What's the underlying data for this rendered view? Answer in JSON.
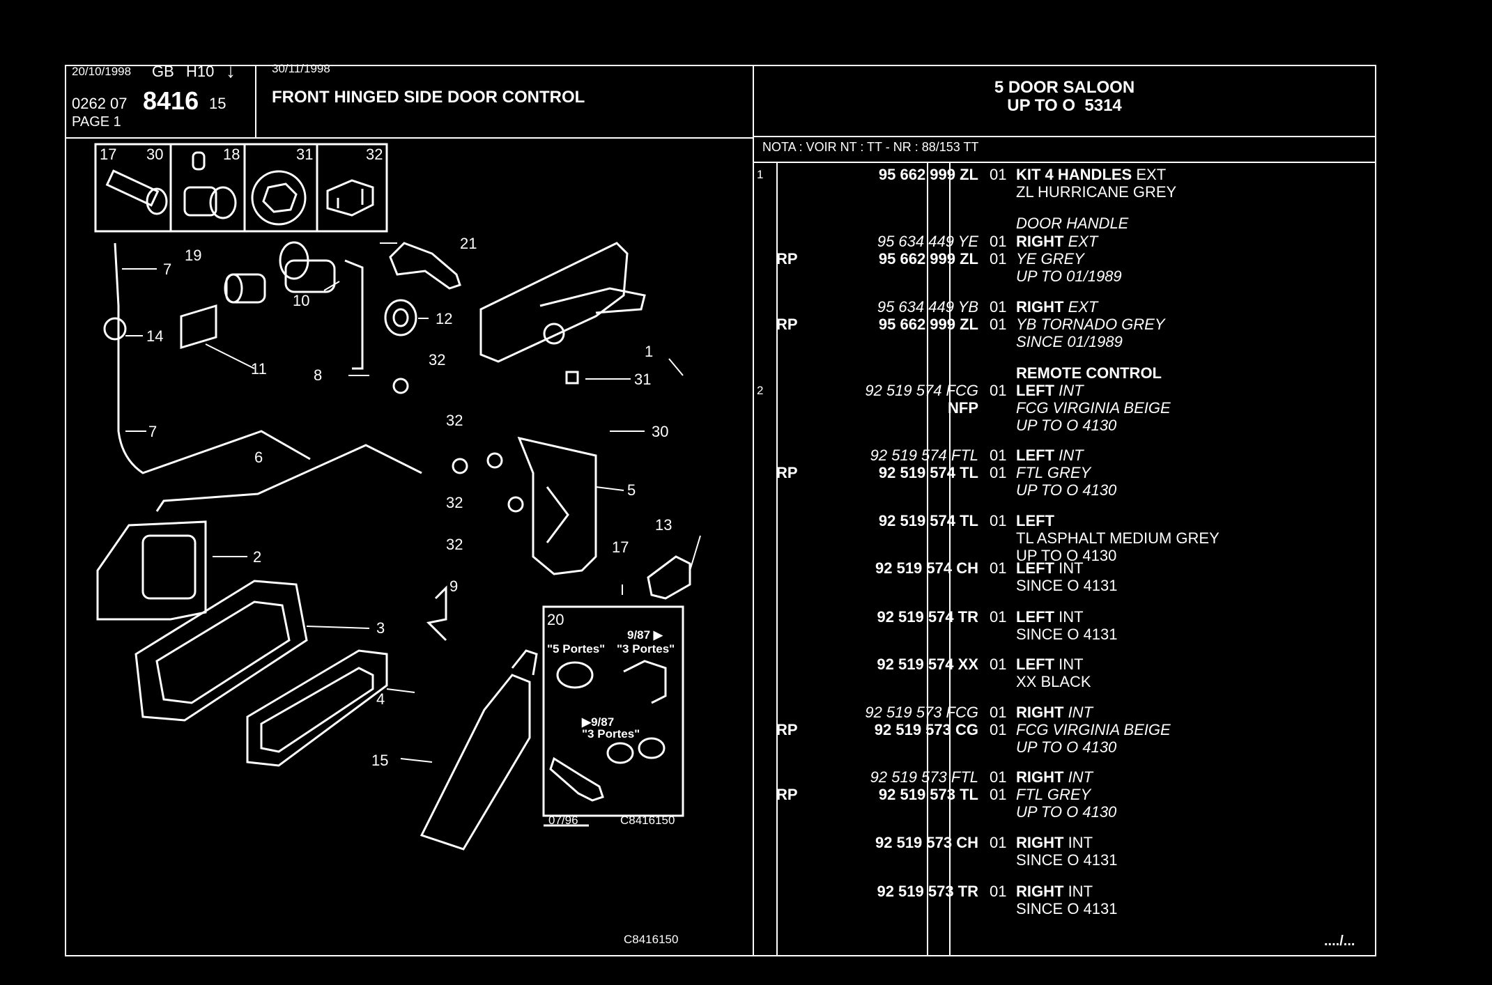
{
  "header": {
    "date": "20/10/1998",
    "lang": "GB",
    "model": "H10",
    "code_prefix": "0262 07",
    "code_main": "8416",
    "code_suffix": "15",
    "page": "PAGE 1",
    "date2": "30/11/1998",
    "title": "FRONT HINGED SIDE DOOR CONTROL",
    "vehicle": "5 DOOR SALOON",
    "range": "UP TO O  5314",
    "nota": "NOTA : VOIR NT : TT - NR : 88/153 TT"
  },
  "diagram": {
    "inset_numbers": [
      "17",
      "30",
      "18",
      "31",
      "32"
    ],
    "callouts": [
      "7",
      "19",
      "10",
      "21",
      "12",
      "14",
      "11",
      "8",
      "32",
      "1",
      "31",
      "7",
      "32",
      "30",
      "6",
      "5",
      "32",
      "32",
      "13",
      "2",
      "17",
      "9",
      "3",
      "4",
      "15"
    ],
    "box20": {
      "num": "20",
      "note_a": "9/87 ▶",
      "label_5": "\"5 Portes\"",
      "label_3": "\"3 Portes\"",
      "note_b": "▶9/87",
      "label_3b": "\"3 Portes\"",
      "date": "07/96",
      "ref": "C8416150"
    },
    "ref": "C8416150"
  },
  "parts": [
    {
      "item": "1",
      "rp": "",
      "part": "95 662 999 ZL",
      "part_style": "b",
      "qty": "01",
      "desc": [
        {
          "t": "KIT 4 HANDLES",
          "s": "b"
        },
        {
          "t": " EXT",
          "s": ""
        }
      ],
      "desc2": "ZL HURRICANE GREY",
      "desc2_style": ""
    },
    {
      "item": "",
      "rp": "",
      "part": "",
      "part_style": "",
      "qty": "",
      "desc": [
        {
          "t": "DOOR HANDLE",
          "s": "i"
        }
      ],
      "desc2": "",
      "desc2_style": ""
    },
    {
      "item": "",
      "rp": "",
      "part": "95 634 449 YE",
      "part_style": "i",
      "qty": "01",
      "desc": [
        {
          "t": "RIGHT",
          "s": "b"
        },
        {
          "t": " EXT",
          "s": "i"
        }
      ],
      "desc2": "",
      "desc2_style": ""
    },
    {
      "item": "",
      "rp": "RP",
      "part": "95 662 999 ZL",
      "part_style": "b",
      "qty": "01",
      "desc": [
        {
          "t": "YE GREY",
          "s": "i"
        }
      ],
      "desc2": "UP TO 01/1989",
      "desc2_style": "i"
    },
    {
      "item": "",
      "rp": "",
      "part": "95 634 449 YB",
      "part_style": "i",
      "qty": "01",
      "desc": [
        {
          "t": "RIGHT",
          "s": "b"
        },
        {
          "t": " EXT",
          "s": "i"
        }
      ],
      "desc2": "",
      "desc2_style": ""
    },
    {
      "item": "",
      "rp": "RP",
      "part": "95 662 999 ZL",
      "part_style": "b",
      "qty": "01",
      "desc": [
        {
          "t": "YB TORNADO GREY",
          "s": "i"
        }
      ],
      "desc2": "SINCE 01/1989",
      "desc2_style": "i"
    },
    {
      "item": "",
      "rp": "",
      "part": "",
      "part_style": "",
      "qty": "",
      "desc": [
        {
          "t": "REMOTE CONTROL",
          "s": "b"
        }
      ],
      "desc2": "",
      "desc2_style": ""
    },
    {
      "item": "2",
      "rp": "",
      "part": "92 519 574 FCG",
      "part_style": "i",
      "qty": "01",
      "desc": [
        {
          "t": "LEFT",
          "s": "b"
        },
        {
          "t": " INT",
          "s": "i"
        }
      ],
      "desc2": "",
      "desc2_style": ""
    },
    {
      "item": "",
      "rp": "",
      "part": "NFP",
      "part_style": "b",
      "qty": "",
      "desc": [
        {
          "t": "FCG VIRGINIA BEIGE",
          "s": "i"
        }
      ],
      "desc2": "UP TO O 4130",
      "desc2_style": "i"
    },
    {
      "item": "",
      "rp": "",
      "part": "92 519 574 FTL",
      "part_style": "i",
      "qty": "01",
      "desc": [
        {
          "t": "LEFT",
          "s": "b"
        },
        {
          "t": " INT",
          "s": "i"
        }
      ],
      "desc2": "",
      "desc2_style": ""
    },
    {
      "item": "",
      "rp": "RP",
      "part": "92 519 574 TL",
      "part_style": "b",
      "qty": "01",
      "desc": [
        {
          "t": "FTL GREY",
          "s": "i"
        }
      ],
      "desc2": "UP TO O 4130",
      "desc2_style": "i"
    },
    {
      "item": "",
      "rp": "",
      "part": "92 519 574 TL",
      "part_style": "b",
      "qty": "01",
      "desc": [
        {
          "t": "LEFT",
          "s": "b"
        }
      ],
      "desc2": "TL ASPHALT MEDIUM GREY",
      "desc3": "UP TO O 4130",
      "desc2_style": ""
    },
    {
      "item": "",
      "rp": "",
      "part": "92 519 574 CH",
      "part_style": "b",
      "qty": "01",
      "desc": [
        {
          "t": "LEFT",
          "s": "b"
        },
        {
          "t": " INT",
          "s": ""
        }
      ],
      "desc2": "SINCE O 4131",
      "desc2_style": ""
    },
    {
      "item": "",
      "rp": "",
      "part": "92 519 574 TR",
      "part_style": "b",
      "qty": "01",
      "desc": [
        {
          "t": "LEFT",
          "s": "b"
        },
        {
          "t": " INT",
          "s": ""
        }
      ],
      "desc2": "SINCE O 4131",
      "desc2_style": ""
    },
    {
      "item": "",
      "rp": "",
      "part": "92 519 574 XX",
      "part_style": "b",
      "qty": "01",
      "desc": [
        {
          "t": "LEFT",
          "s": "b"
        },
        {
          "t": " INT",
          "s": ""
        }
      ],
      "desc2": "XX BLACK",
      "desc2_style": ""
    },
    {
      "item": "",
      "rp": "",
      "part": "92 519 573 FCG",
      "part_style": "i",
      "qty": "01",
      "desc": [
        {
          "t": "RIGHT",
          "s": "b"
        },
        {
          "t": " INT",
          "s": "i"
        }
      ],
      "desc2": "",
      "desc2_style": ""
    },
    {
      "item": "",
      "rp": "RP",
      "part": "92 519 573 CG",
      "part_style": "b",
      "qty": "01",
      "desc": [
        {
          "t": "FCG VIRGINIA BEIGE",
          "s": "i"
        }
      ],
      "desc2": "UP TO O 4130",
      "desc2_style": "i"
    },
    {
      "item": "",
      "rp": "",
      "part": "92 519 573 FTL",
      "part_style": "i",
      "qty": "01",
      "desc": [
        {
          "t": "RIGHT",
          "s": "b"
        },
        {
          "t": " INT",
          "s": "i"
        }
      ],
      "desc2": "",
      "desc2_style": ""
    },
    {
      "item": "",
      "rp": "RP",
      "part": "92 519 573 TL",
      "part_style": "b",
      "qty": "01",
      "desc": [
        {
          "t": "FTL GREY",
          "s": "i"
        }
      ],
      "desc2": "UP TO O 4130",
      "desc2_style": "i"
    },
    {
      "item": "",
      "rp": "",
      "part": "92 519 573 CH",
      "part_style": "b",
      "qty": "01",
      "desc": [
        {
          "t": "RIGHT",
          "s": "b"
        },
        {
          "t": " INT",
          "s": ""
        }
      ],
      "desc2": "SINCE O 4131",
      "desc2_style": ""
    },
    {
      "item": "",
      "rp": "",
      "part": "92 519 573 TR",
      "part_style": "b",
      "qty": "01",
      "desc": [
        {
          "t": "RIGHT",
          "s": "b"
        },
        {
          "t": " INT",
          "s": ""
        }
      ],
      "desc2": "SINCE O 4131",
      "desc2_style": ""
    }
  ],
  "continued": "..../..."
}
